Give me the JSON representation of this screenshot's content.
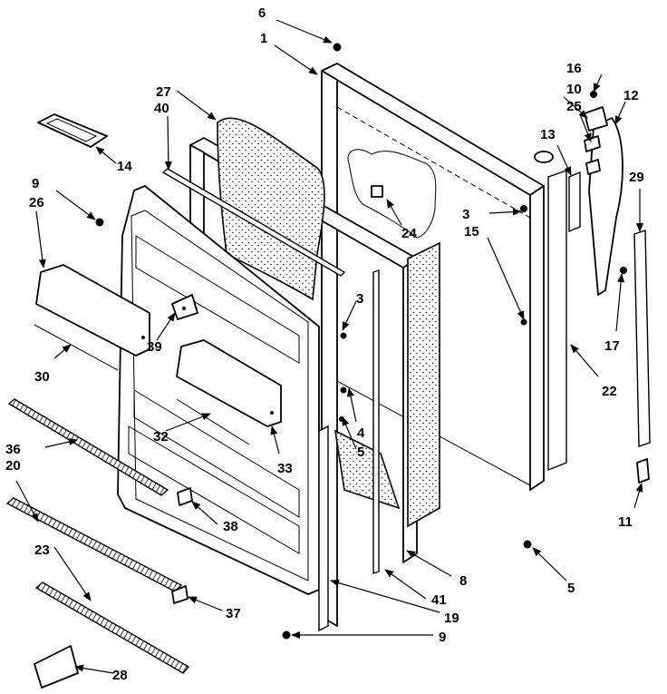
{
  "part_labels": {
    "p1": "1",
    "p3a": "3",
    "p3b": "3",
    "p4": "4",
    "p5a": "5",
    "p5b": "5",
    "p6": "6",
    "p8": "8",
    "p9a": "9",
    "p9b": "9",
    "p10": "10",
    "p11": "11",
    "p12": "12",
    "p13": "13",
    "p14": "14",
    "p15": "15",
    "p16": "16",
    "p17": "17",
    "p19": "19",
    "p20": "20",
    "p22": "22",
    "p23": "23",
    "p24": "24",
    "p25": "25",
    "p26": "26",
    "p27": "27",
    "p28": "28",
    "p29": "29",
    "p30": "30",
    "p32": "32",
    "p33": "33",
    "p36": "36",
    "p37": "37",
    "p38": "38",
    "p39": "39",
    "p40": "40",
    "p41": "41"
  }
}
